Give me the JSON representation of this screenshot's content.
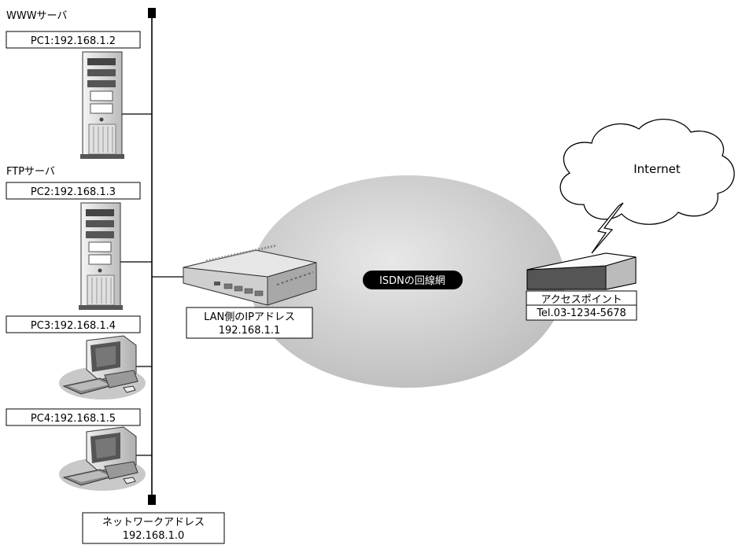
{
  "pcs": [
    {
      "role": "WWWサーバ",
      "address": "PC1:192.168.1.2",
      "device": "server"
    },
    {
      "role": "FTPサーバ",
      "address": "PC2:192.168.1.3",
      "device": "server"
    },
    {
      "role": "",
      "address": "PC3:192.168.1.4",
      "device": "desktop"
    },
    {
      "role": "",
      "address": "PC4:192.168.1.5",
      "device": "desktop"
    }
  ],
  "network": {
    "title": "ネットワークアドレス",
    "address": "192.168.1.0"
  },
  "router": {
    "title": "LAN側のIPアドレス",
    "address": "192.168.1.1"
  },
  "isdn": {
    "label": "ISDNの回線網"
  },
  "access_point": {
    "title": "アクセスポイント",
    "tel": "Tel.03-1234-5678"
  },
  "internet": {
    "label": "Internet"
  }
}
